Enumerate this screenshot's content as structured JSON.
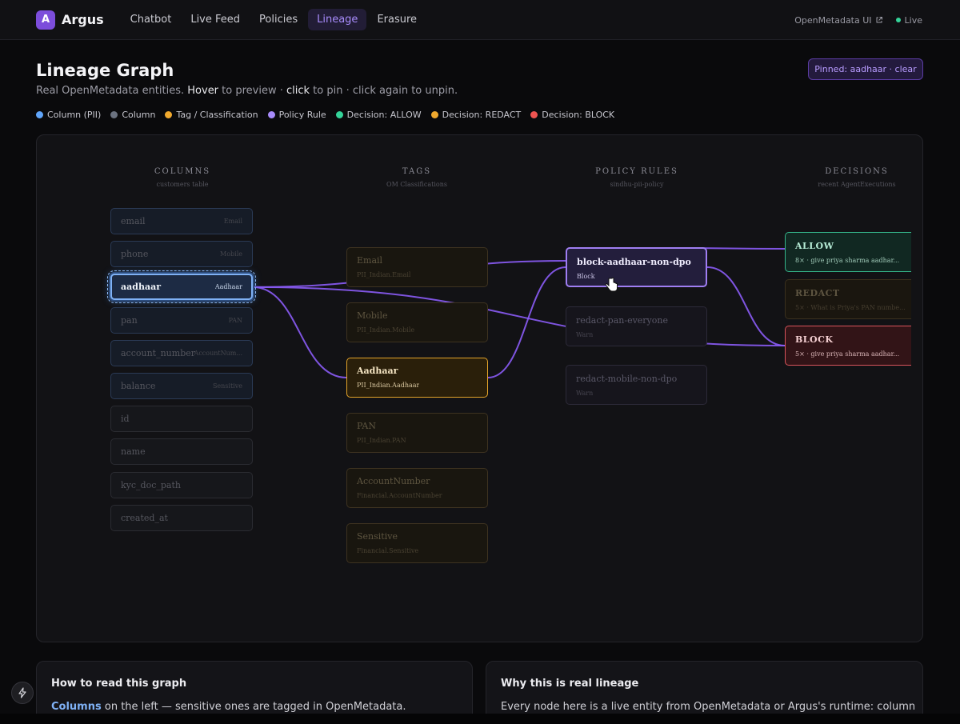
{
  "app": {
    "logo_letter": "A",
    "name": "Argus"
  },
  "nav": [
    {
      "label": "Chatbot",
      "active": false
    },
    {
      "label": "Live Feed",
      "active": false
    },
    {
      "label": "Policies",
      "active": false
    },
    {
      "label": "Lineage",
      "active": true
    },
    {
      "label": "Erasure",
      "active": false
    }
  ],
  "top_right": {
    "link_label": "OpenMetadata UI",
    "status_label": "Live",
    "status_color": "#34d399"
  },
  "page": {
    "title": "Lineage Graph",
    "subtitle_1": "Real OpenMetadata entities. ",
    "subtitle_hover": "Hover",
    "subtitle_2": " to preview · ",
    "subtitle_click": "click",
    "subtitle_3": " to pin · click again to unpin.",
    "pinned_label": "Pinned: aadhaar · clear"
  },
  "legend": [
    {
      "label": "Column (PII)",
      "color": "#60a5fa"
    },
    {
      "label": "Column",
      "color": "#6b7280"
    },
    {
      "label": "Tag / Classification",
      "color": "#f0a92e"
    },
    {
      "label": "Policy Rule",
      "color": "#a78bfa"
    },
    {
      "label": "Decision: ALLOW",
      "color": "#34d399"
    },
    {
      "label": "Decision: REDACT",
      "color": "#f0a92e"
    },
    {
      "label": "Decision: BLOCK",
      "color": "#ef5350"
    }
  ],
  "graph": {
    "headers": [
      {
        "title": "COLUMNS",
        "sub": "customers table"
      },
      {
        "title": "TAGS",
        "sub": "OM Classifications"
      },
      {
        "title": "POLICY RULES",
        "sub": "sindhu-pii-policy"
      },
      {
        "title": "DECISIONS",
        "sub": "recent AgentExecutions"
      }
    ],
    "columns": [
      {
        "name": "email",
        "tag": "Email",
        "pii": true,
        "active": false
      },
      {
        "name": "phone",
        "tag": "Mobile",
        "pii": true,
        "active": false
      },
      {
        "name": "aadhaar",
        "tag": "Aadhaar",
        "pii": true,
        "active": true
      },
      {
        "name": "pan",
        "tag": "PAN",
        "pii": true,
        "active": false
      },
      {
        "name": "account_number",
        "tag": "AccountNum...",
        "pii": true,
        "active": false
      },
      {
        "name": "balance",
        "tag": "Sensitive",
        "pii": true,
        "active": false
      },
      {
        "name": "id",
        "tag": "",
        "pii": false,
        "active": false
      },
      {
        "name": "name",
        "tag": "",
        "pii": false,
        "active": false
      },
      {
        "name": "kyc_doc_path",
        "tag": "",
        "pii": false,
        "active": false
      },
      {
        "name": "created_at",
        "tag": "",
        "pii": false,
        "active": false
      }
    ],
    "tags": [
      {
        "name": "Email",
        "fqn": "PII_Indian.Email",
        "active": false
      },
      {
        "name": "Mobile",
        "fqn": "PII_Indian.Mobile",
        "active": false
      },
      {
        "name": "Aadhaar",
        "fqn": "PII_Indian.Aadhaar",
        "active": true
      },
      {
        "name": "PAN",
        "fqn": "PII_Indian.PAN",
        "active": false
      },
      {
        "name": "AccountNumber",
        "fqn": "Financial.AccountNumber",
        "active": false
      },
      {
        "name": "Sensitive",
        "fqn": "Financial.Sensitive",
        "active": false
      }
    ],
    "rules": [
      {
        "name": "block-aadhaar-non-dpo",
        "action": "Block",
        "active": true
      },
      {
        "name": "redact-pan-everyone",
        "action": "Warn",
        "active": false
      },
      {
        "name": "redact-mobile-non-dpo",
        "action": "Warn",
        "active": false
      }
    ],
    "decisions": [
      {
        "label": "ALLOW",
        "detail": "8× · give priya sharma aadhar...",
        "kind": "allow"
      },
      {
        "label": "REDACT",
        "detail": "5× · What is Priya's PAN numbe...",
        "kind": "redact"
      },
      {
        "label": "BLOCK",
        "detail": "5× · give priya sharma aadhar...",
        "kind": "block"
      }
    ],
    "edge_color": "#8b5cf6"
  },
  "cards": {
    "left_title": "How to read this graph",
    "left_highlight": "Columns",
    "left_text": " on the left — sensitive ones are tagged in OpenMetadata.",
    "right_title": "Why this is real lineage",
    "right_text": "Every node here is a live entity from OpenMetadata or Argus's runtime: column"
  }
}
